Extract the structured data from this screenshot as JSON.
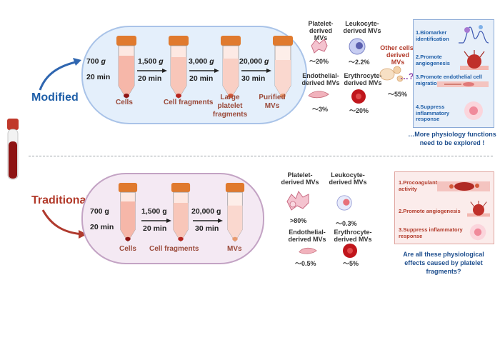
{
  "colors": {
    "modified": "#2f66b0",
    "traditional": "#b03a2e",
    "tube_cap": "#e07a2e",
    "dash": "#9aa0a6"
  },
  "modified": {
    "label": "Modified",
    "steps": [
      {
        "g": "700",
        "time": "20 min"
      },
      {
        "g": "1,500",
        "time": "20 min"
      },
      {
        "g": "3,000",
        "time": "20 min"
      },
      {
        "g": "20,000",
        "time": "30 min"
      }
    ],
    "g_unit": "g",
    "stages": [
      "Cells",
      "Cell fragments",
      "Large platelet fragments",
      "Purified MVs"
    ],
    "mvs": {
      "platelet": {
        "name": "Platelet-derived MVs",
        "pct": "～20%"
      },
      "leukocyte": {
        "name": "Leukocyte-derived MVs",
        "pct": "～2.2%"
      },
      "other": {
        "name": "Other cells-derived MVs",
        "q": "…?",
        "pct": "～55%"
      },
      "endothelial": {
        "name": "Endothelial-derived MVs",
        "pct": "～3%"
      },
      "erythrocyte": {
        "name": "Erythrocyte-derived MVs",
        "pct": "～20%"
      }
    },
    "functions": [
      "1.Biomarker identification",
      "2.Promote angiogenesis",
      "3.Promote endothelial cell migration",
      "4.Suppress inflammatory response"
    ],
    "footer": "…More physiology functions need to be explored !"
  },
  "traditional": {
    "label": "Traditional",
    "steps": [
      {
        "g": "700 g",
        "time": "20 min"
      },
      {
        "g": "1,500 g",
        "time": "20 min"
      },
      {
        "g": "20,000 g",
        "time": "30 min"
      }
    ],
    "stages": [
      "Cells",
      "Cell fragments",
      "MVs"
    ],
    "mvs": {
      "platelet": {
        "name": "Platelet-derived MVs",
        "pct": ">80%"
      },
      "leukocyte": {
        "name": "Leukocyte-derived MVs",
        "pct": "～0.3%"
      },
      "endothelial": {
        "name": "Endothelial-derived MVs",
        "pct": "～0.5%"
      },
      "erythrocyte": {
        "name": "Erythrocyte-derived MVs",
        "pct": "～5%"
      }
    },
    "functions": [
      "1.Procoagulant activity",
      "2.Promote angiogenesis",
      "3.Suppress inflammatory response"
    ],
    "footer": "Are all these physiological effects caused by platelet fragments?"
  }
}
